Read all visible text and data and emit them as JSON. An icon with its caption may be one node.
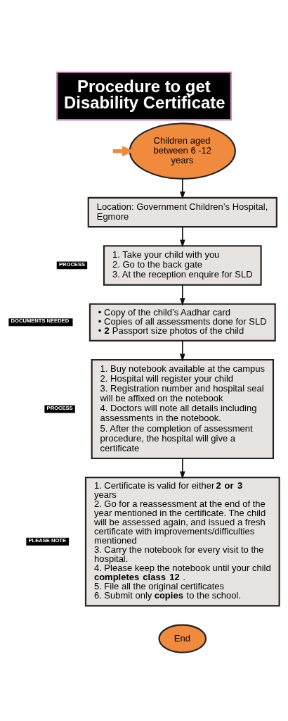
{
  "diagram": {
    "title": "Procedure to get Disability Certificate",
    "nodes": [
      {
        "text": [
          "Children aged between 6 -12 years"
        ]
      },
      {
        "text": [
          "Location: Government Children’s Hospital, Egmore"
        ]
      },
      {
        "text": [
          "1. Take your child with you",
          "2. Go to the back gate",
          "3. At the reception enquire for SLD"
        ],
        "beside": [
          "PROCESS"
        ]
      },
      {
        "text": [
          "• Copy of the child’s Aadhar card",
          "• Copies of all assessments done for SLD",
          "• **2** Passport size photos of the child"
        ],
        "beside": [
          "DOCUMENTS NEEDED"
        ]
      },
      {
        "text": [
          "1. Buy notebook available at the campus",
          "2. Hospital will register your child",
          "3. Registration number and hospital seal will be affixed on the notebook",
          "4. Doctors will note all details including assessments in the notebook.",
          "5. After the completion of assessment procedure, the hospital will give a certificate"
        ],
        "beside": [
          "PROCESS"
        ]
      },
      {
        "text": [
          "1. Certificate is valid for either **2 or 3** years",
          "2. Go for a reassessment at the end of the year mentioned in the certificate. The child will be assessed again, and issued a fresh certificate with improvements/difficulties mentioned",
          "3. Carry the notebook for every visit to the hospital.",
          "4. Please keep the notebook until your child **completes class 12**.",
          "5. File all the original certificates",
          "6. Submit only **copies** to the school."
        ],
        "beside": [
          "PLEASE NOTE"
        ]
      },
      {
        "text": [
          "End"
        ]
      }
    ],
    "edges": [
      {
        "from": null,
        "to": 0,
        "arrow": "to",
        "style": "thick",
        "color": "#f08a3c"
      },
      {
        "from": 0,
        "to": 1,
        "arrow": "to"
      },
      {
        "from": 1,
        "to": 2,
        "arrow": "to"
      },
      {
        "from": 2,
        "to": 3,
        "arrow": "to"
      },
      {
        "from": 3,
        "to": 4,
        "arrow": "to"
      },
      {
        "from": 4,
        "to": 5,
        "arrow": "to"
      }
    ]
  }
}
